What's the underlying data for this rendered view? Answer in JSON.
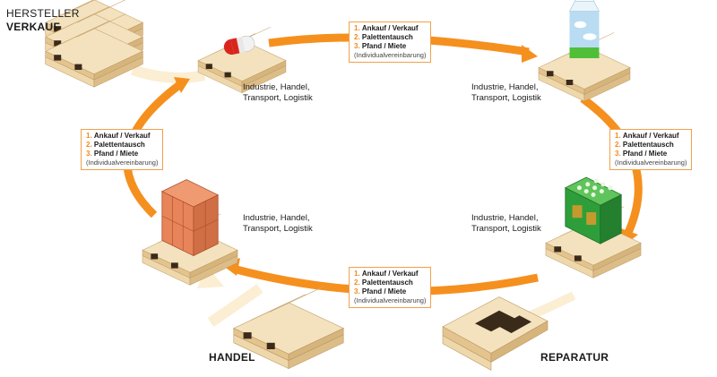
{
  "labels": {
    "hersteller": "HERSTELLER",
    "verkauf": "VERKAUF",
    "handel": "HANDEL",
    "reparatur": "REPARATUR"
  },
  "industry": [
    "Industrie, Handel,",
    "Transport, Logistik"
  ],
  "options_box": {
    "items": [
      {
        "num": "1.",
        "text": "Ankauf / Verkauf"
      },
      {
        "num": "2.",
        "text": "Palettentausch"
      },
      {
        "num": "3.",
        "text": "Pfand / Miete"
      }
    ],
    "note": "(Individualvereinbarung)"
  },
  "colors": {
    "arrow": "#f5901e",
    "faded_arrow": "#fbeed3",
    "box_border": "#f2a04a",
    "number": "#f08a1c",
    "wood": "#f1dcb2",
    "crate_green": "#2e9e3a",
    "brick": "#e8845a",
    "pill_red": "#d9261c"
  },
  "icons": [
    "pallet",
    "pallet-with-pill",
    "pallet-with-milk-carton",
    "pallet-with-bottle-crate",
    "pallet-with-bricks",
    "damaged-pallet"
  ]
}
